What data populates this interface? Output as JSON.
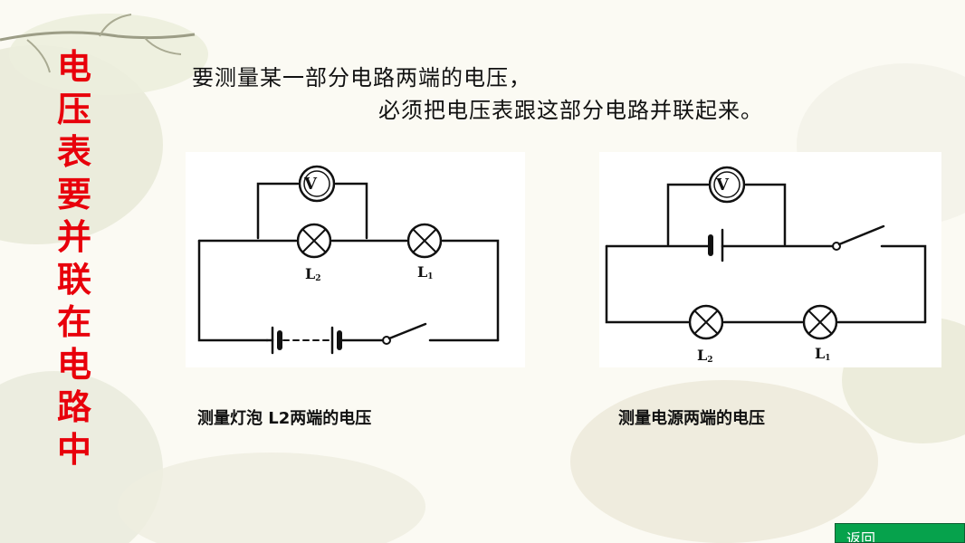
{
  "side_title": [
    "电",
    "压",
    "表",
    "要",
    "并",
    "联",
    "在",
    "电",
    "路",
    "中"
  ],
  "intro": {
    "line1": "要测量某一部分电路两端的电压，",
    "line2": "必须把电压表跟这部分电路并联起来。"
  },
  "circuit_left": {
    "meter": "V",
    "lamp_a": {
      "letter": "L",
      "sub": "2"
    },
    "lamp_b": {
      "letter": "L",
      "sub": "1"
    },
    "caption": "测量灯泡 L2两端的电压"
  },
  "circuit_right": {
    "meter": "V",
    "lamp_a": {
      "letter": "L",
      "sub": "2"
    },
    "lamp_b": {
      "letter": "L",
      "sub": "1"
    },
    "caption": "测量电源两端的电压"
  },
  "back_button": "返回",
  "colors": {
    "title_red": "#e8000b",
    "button_green": "#06a24c"
  }
}
